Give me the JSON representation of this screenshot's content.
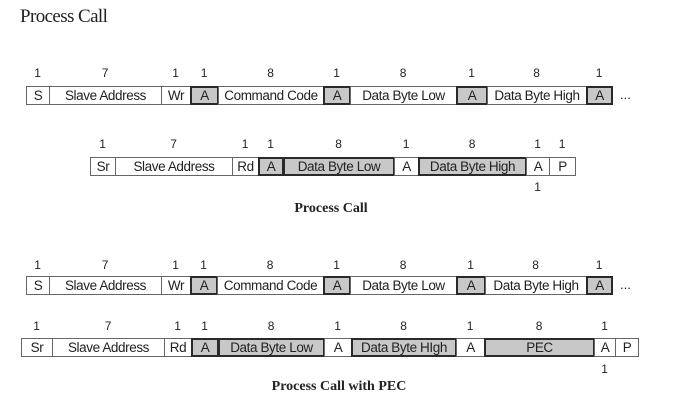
{
  "page_title": "Process Call",
  "diagrams": [
    {
      "caption": "Process Call",
      "rows": [
        {
          "cells": [
            {
              "label": "S",
              "bits": "1"
            },
            {
              "label": "Slave Address",
              "bits": "7"
            },
            {
              "label": "Wr",
              "bits": "1"
            },
            {
              "label": "A",
              "bits": "1",
              "shaded": true,
              "bold": true
            },
            {
              "label": "Command Code",
              "bits": "8"
            },
            {
              "label": "A",
              "bits": "1",
              "shaded": true,
              "bold": true
            },
            {
              "label": "Data Byte Low",
              "bits": "8"
            },
            {
              "label": "A",
              "bits": "1",
              "shaded": true,
              "bold": true
            },
            {
              "label": "Data Byte High",
              "bits": "8"
            },
            {
              "label": "A",
              "bits": "1",
              "shaded": true,
              "bold": true
            }
          ],
          "trailing": "..."
        },
        {
          "cells": [
            {
              "label": "Sr",
              "bits": "1"
            },
            {
              "label": "Slave Address",
              "bits": "7"
            },
            {
              "label": "Rd",
              "bits": "1"
            },
            {
              "label": "A",
              "bits": "1",
              "shaded": true,
              "bold": true
            },
            {
              "label": "Data Byte Low",
              "bits": "8",
              "shaded": true,
              "bold": true
            },
            {
              "label": "A",
              "bits": "1"
            },
            {
              "label": "Data Byte High",
              "bits": "8",
              "shaded": true,
              "bold": true
            },
            {
              "label": "A",
              "bits": "1",
              "below": "1"
            },
            {
              "label": "P",
              "bits": "1"
            }
          ]
        }
      ]
    },
    {
      "caption": "Process Call with PEC",
      "rows": [
        {
          "cells": [
            {
              "label": "S",
              "bits": "1"
            },
            {
              "label": "Slave Address",
              "bits": "7"
            },
            {
              "label": "Wr",
              "bits": "1"
            },
            {
              "label": "A",
              "bits": "1",
              "shaded": true,
              "bold": true
            },
            {
              "label": "Command Code",
              "bits": "8"
            },
            {
              "label": "A",
              "bits": "1",
              "shaded": true,
              "bold": true
            },
            {
              "label": "Data Byte Low",
              "bits": "8"
            },
            {
              "label": "A",
              "bits": "1",
              "shaded": true,
              "bold": true
            },
            {
              "label": "Data Byte High",
              "bits": "8"
            },
            {
              "label": "A",
              "bits": "1",
              "shaded": true,
              "bold": true
            }
          ],
          "trailing": "..."
        },
        {
          "cells": [
            {
              "label": "Sr",
              "bits": "1"
            },
            {
              "label": "Slave Address",
              "bits": "7"
            },
            {
              "label": "Rd",
              "bits": "1"
            },
            {
              "label": "A",
              "bits": "1",
              "shaded": true,
              "bold": true
            },
            {
              "label": "Data Byte Low",
              "bits": "8",
              "shaded": true,
              "bold": true
            },
            {
              "label": "A",
              "bits": "1"
            },
            {
              "label": "Data Byte HIgh",
              "bits": "8",
              "shaded": true,
              "bold": true
            },
            {
              "label": "A",
              "bits": "1"
            },
            {
              "label": "PEC",
              "bits": "8",
              "shaded": true,
              "bold": true
            },
            {
              "label": "A",
              "bits": "1",
              "below": "1"
            },
            {
              "label": "P",
              "bits": ""
            }
          ]
        }
      ]
    }
  ]
}
